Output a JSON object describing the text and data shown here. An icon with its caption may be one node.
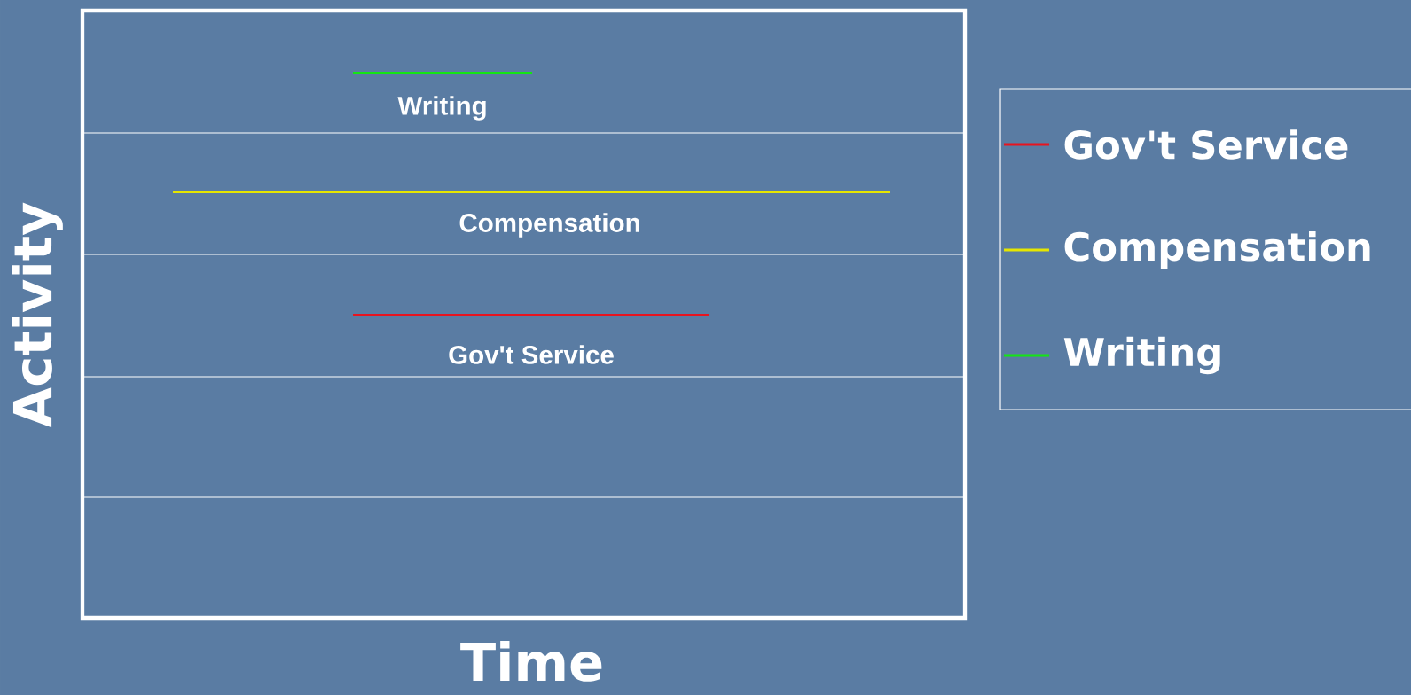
{
  "diagram": {
    "labels": [
      "Writing",
      "Compensation",
      "Gov't Service",
      "Activity",
      "Time"
    ],
    "legend": [
      {
        "text": "Gov't Service",
        "color": "#e8141e"
      },
      {
        "text": "Compensation",
        "color": "#e6e600"
      },
      {
        "text": "Writing",
        "color": "#14e614"
      }
    ]
  }
}
